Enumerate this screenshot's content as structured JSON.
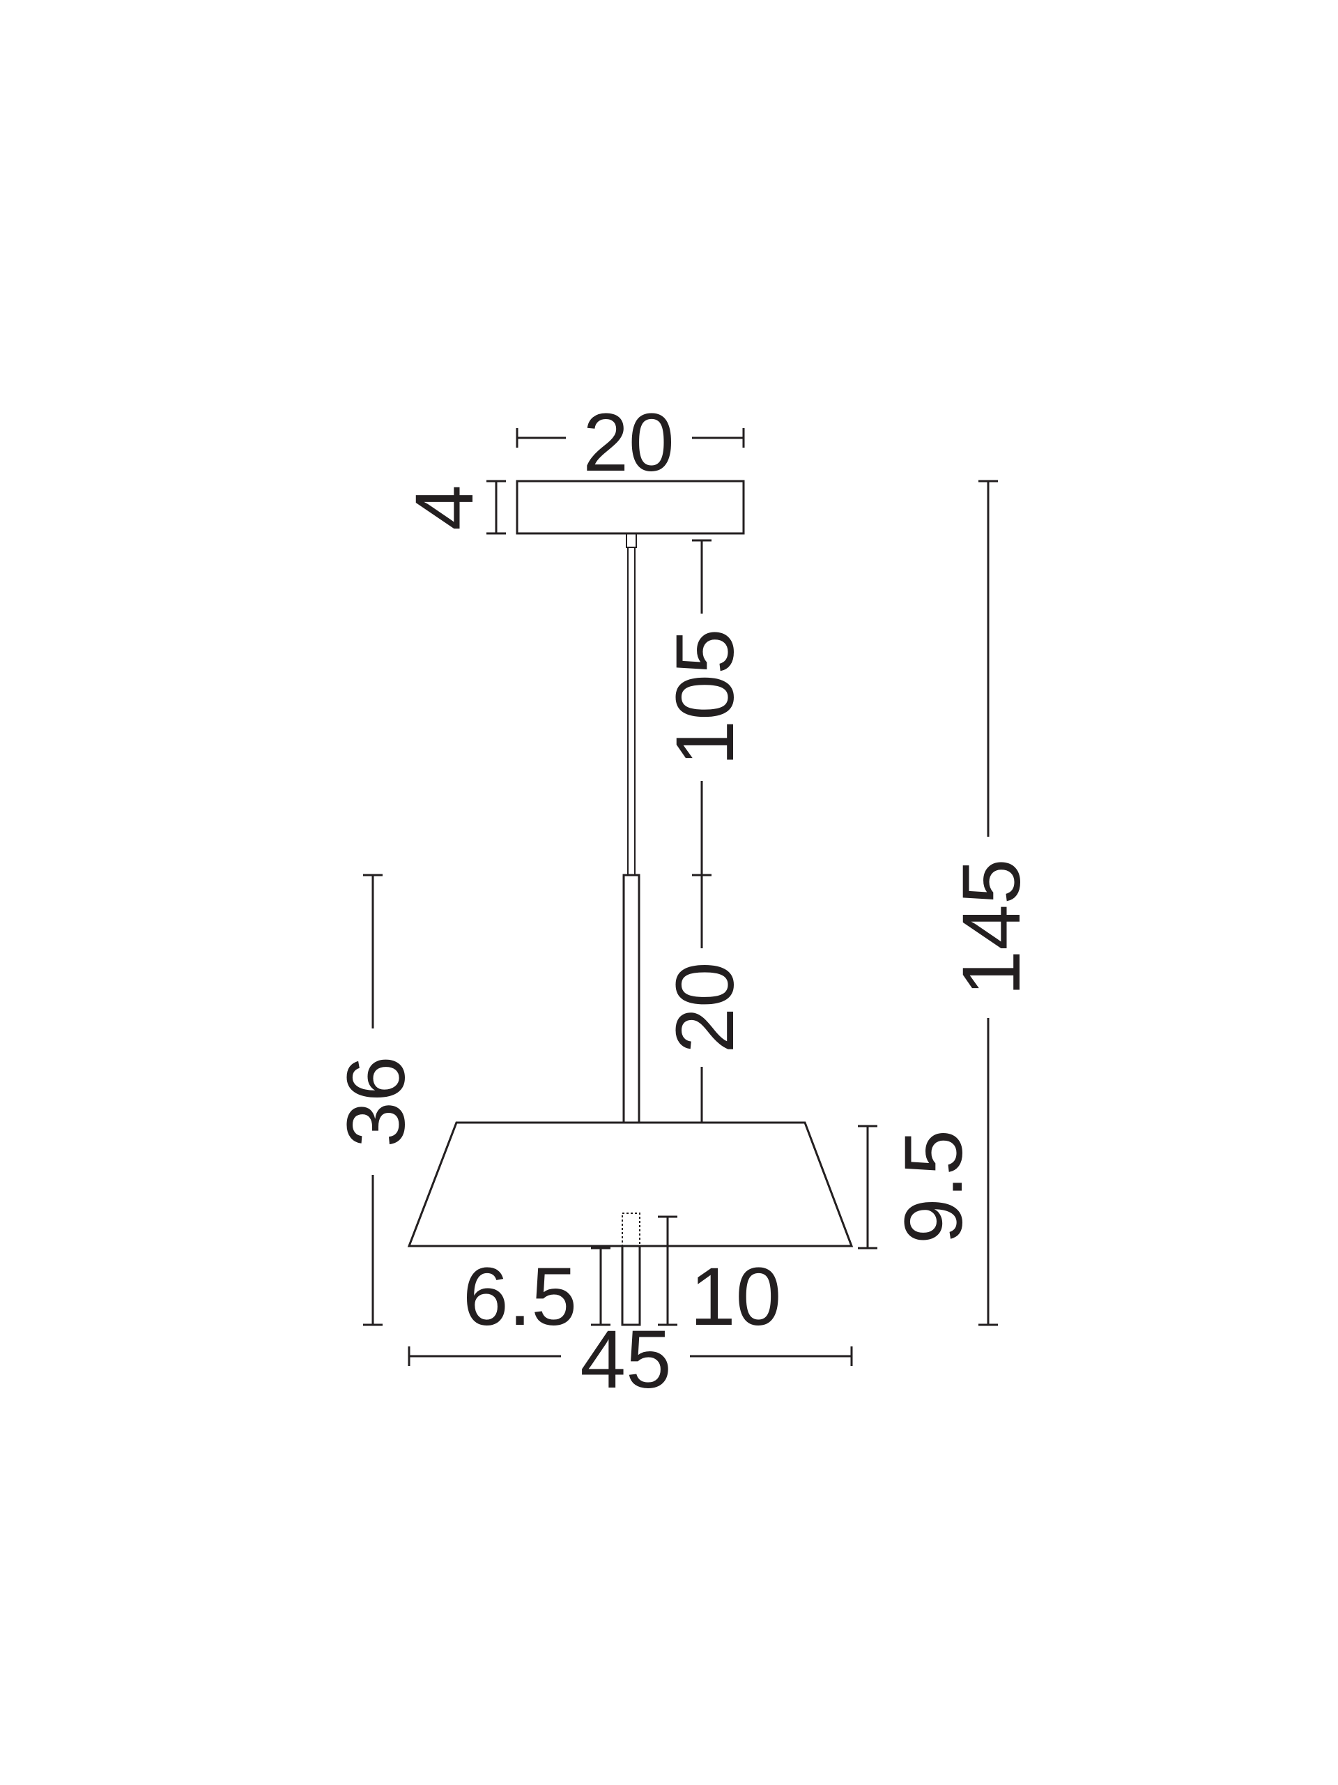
{
  "dimensions": {
    "canopy_width": "20",
    "canopy_height": "4",
    "cable_length": "105",
    "rod_length": "20",
    "total_height": "145",
    "fixture_height": "36",
    "shade_height": "9.5",
    "shade_diameter": "45",
    "left_bottom": "6.5",
    "right_bottom": "10"
  },
  "colors": {
    "ink": "#231f20",
    "background": "#ffffff"
  }
}
